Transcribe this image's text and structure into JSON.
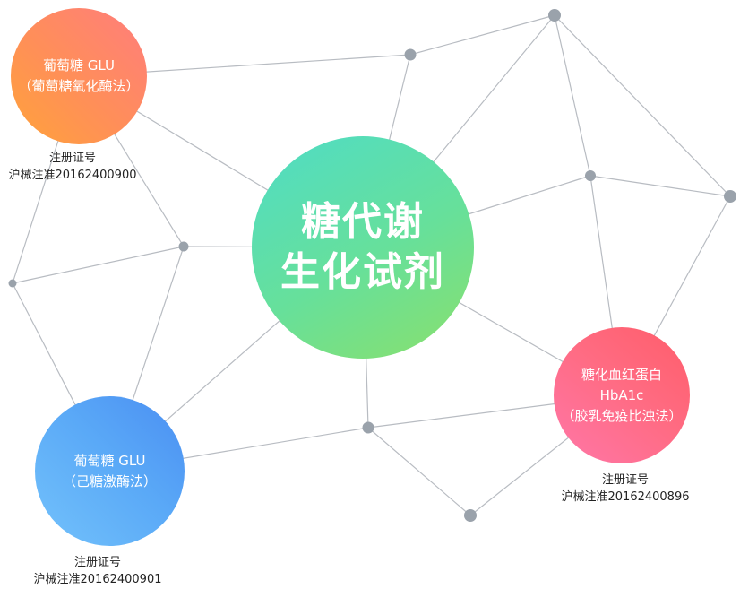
{
  "center": {
    "line1": "糖代谢",
    "line2": "生化试剂"
  },
  "products": [
    {
      "name": "葡萄糖 GLU",
      "method": "（葡萄糖氧化酶法）"
    },
    {
      "name": "葡萄糖 GLU",
      "method": "（己糖激酶法）"
    },
    {
      "name": "糖化血红蛋白",
      "code": "HbA1c",
      "method": "（胶乳免疫比浊法）"
    }
  ],
  "registrations": [
    {
      "label": "注册证号",
      "number": "沪械注准20162400900"
    },
    {
      "label": "注册证号",
      "number": "沪械注准20162400901"
    },
    {
      "label": "注册证号",
      "number": "沪械注准20162400896"
    }
  ],
  "colors": {
    "line": "#b8bcc2",
    "node": "#9aa2ab",
    "center": [
      "#4fdcc6",
      "#8ae06c"
    ],
    "orange": [
      "#ffa33a",
      "#ff7d7d"
    ],
    "blue": [
      "#73c2fb",
      "#4a8ef2"
    ],
    "pink": [
      "#ff77a8",
      "#ff5d6a"
    ]
  }
}
